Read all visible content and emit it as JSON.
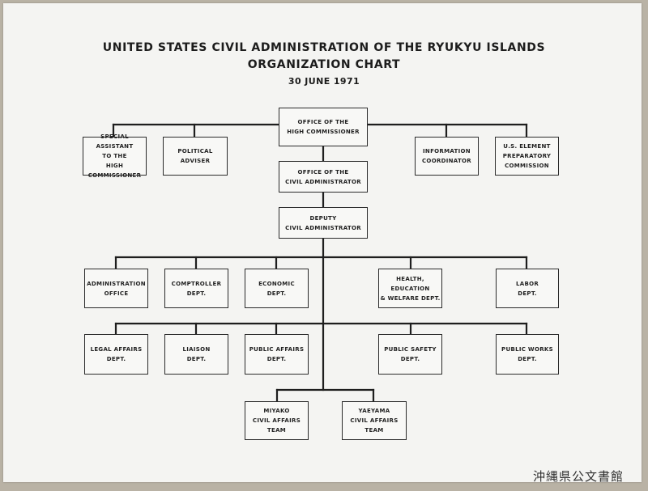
{
  "title": {
    "line1": "UNITED STATES CIVIL ADMINISTRATION OF THE RYUKYU ISLANDS",
    "line2": "ORGANIZATION CHART",
    "date": "30 JUNE 1971"
  },
  "boxes": {
    "high_commissioner": "OFFICE OF THE\nHIGH COMMISSIONER",
    "special_assistant": "SPECIAL ASSISTANT\nTO THE\nHIGH COMMISSIONER",
    "political_adviser": "POLITICAL\nADVISER",
    "information_coordinator": "INFORMATION\nCOORDINATOR",
    "us_element": "U.S. ELEMENT\nPREPARATORY\nCOMMISSION",
    "civil_administrator": "OFFICE OF THE\nCIVIL ADMINISTRATOR",
    "deputy_civil_administrator": "DEPUTY\nCIVIL ADMINISTRATOR",
    "administration_office": "ADMINISTRATION\nOFFICE",
    "comptroller": "COMPTROLLER\nDEPT.",
    "economic": "ECONOMIC\nDEPT.",
    "health_education": "HEALTH, EDUCATION\n& WELFARE DEPT.",
    "labor": "LABOR\nDEPT.",
    "legal_affairs": "LEGAL AFFAIRS\nDEPT.",
    "liaison": "LIAISON\nDEPT.",
    "public_affairs": "PUBLIC AFFAIRS\nDEPT.",
    "public_safety": "PUBLIC SAFETY\nDEPT.",
    "public_works": "PUBLIC WORKS\nDEPT.",
    "miyako": "MIYAKO\nCIVIL AFFAIRS TEAM",
    "yaeyama": "YAEYAMA\nCIVIL AFFAIRS TEAM"
  },
  "stamp": "沖縄県公文書館"
}
